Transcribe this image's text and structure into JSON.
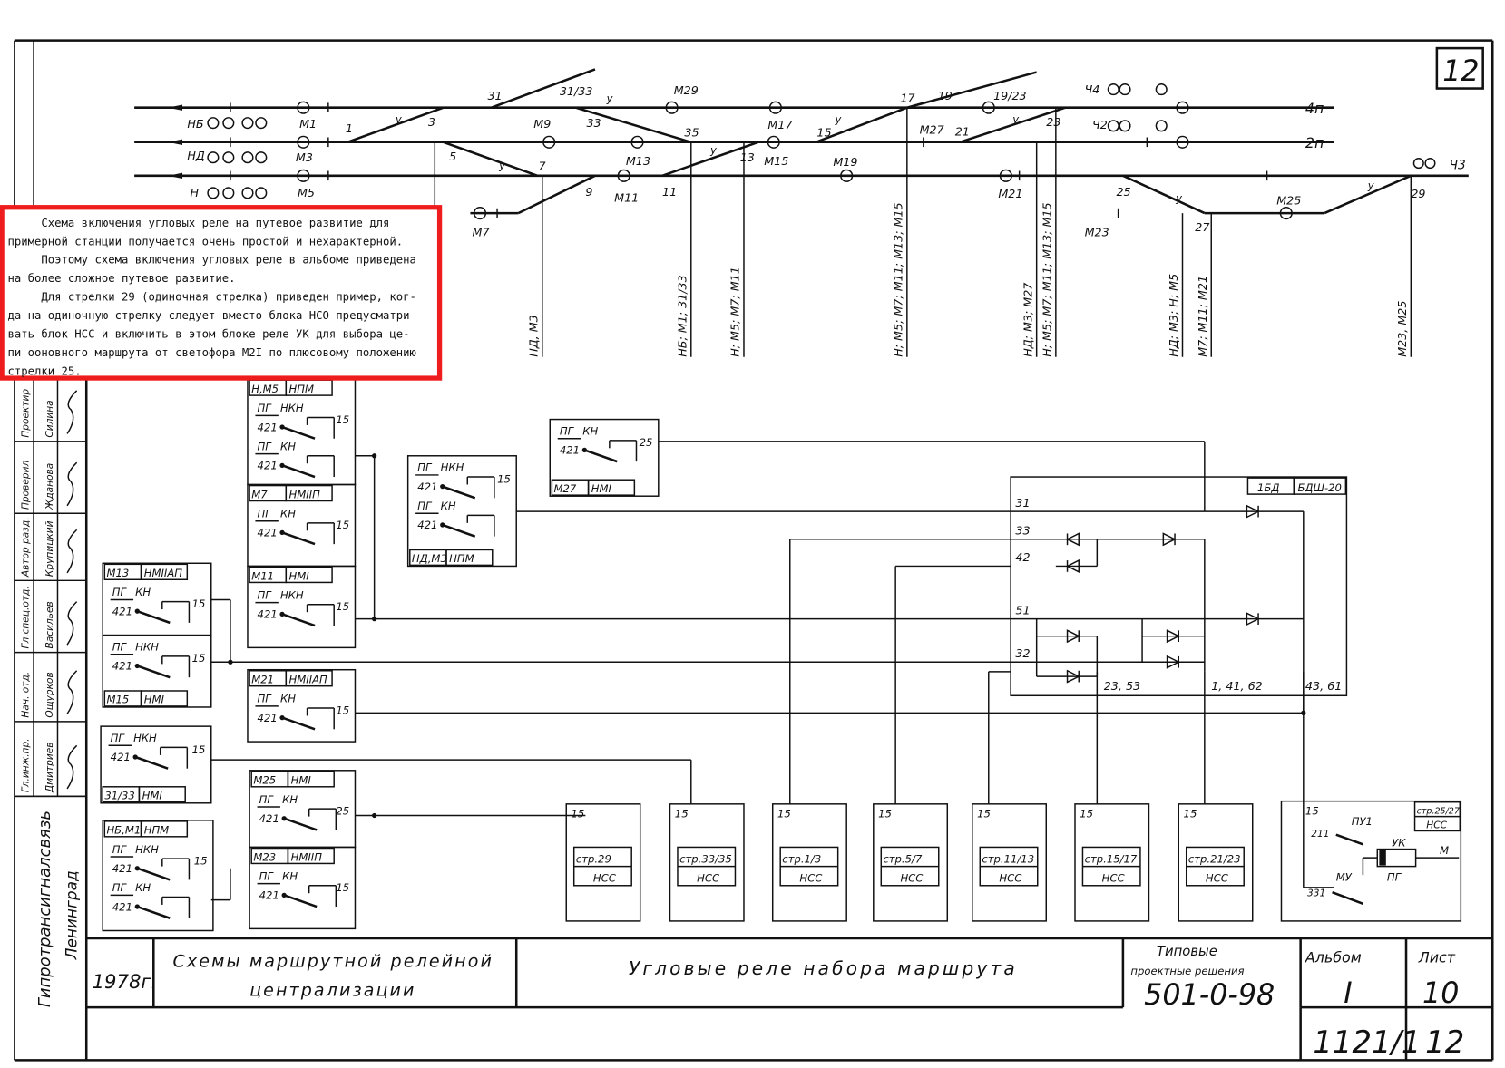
{
  "sheet_number_top": "12",
  "note": {
    "lines": [
      "     Схема включения угловых реле на путевое развитие для",
      "примерной станции получается очень простой и нехарактерной.",
      "     Поэтому схема включения угловых реле в альбоме приведена",
      "на более сложное путевое развитие.",
      "     Для стрелки 29 (одиночная стрелка) приведен пример, ког-",
      "да на одиночную стрелку следует вместо блока НСО предусматри-",
      "вать блок НСС и включить в этом блоке реле УК для выбора це-",
      "пи ооновного маршрута от светофора М2I по плюсовому положению",
      "стрелки 25."
    ],
    "highlight_color": "#ee1c1c"
  },
  "track_plan": {
    "tracks": {
      "t4": "4п",
      "t2": "2п",
      "ch3": "Ч3"
    },
    "track_circuit_mark": "у",
    "signals": {
      "NB": "НБ",
      "ND": "НД",
      "N": "Н",
      "M1": "М1",
      "M3": "М3",
      "M5": "М5",
      "M7": "М7",
      "M9": "М9",
      "M11": "М11",
      "M13": "М13",
      "M15": "М15",
      "M17": "М17",
      "M19": "М19",
      "M21": "М21",
      "M23": "М23",
      "M25": "М25",
      "M27": "М27",
      "M29": "М29",
      "CH4": "Ч4",
      "CH2": "Ч2"
    },
    "switches": {
      "s1": "1",
      "s3": "3",
      "s5": "5",
      "s7": "7",
      "s9": "9",
      "s11": "11",
      "s13": "13",
      "s15": "15",
      "s17": "17",
      "s19": "19",
      "s21": "21",
      "s23": "23",
      "s25": "25",
      "s27": "27",
      "s29": "29",
      "s31": "31",
      "s33": "33",
      "s35": "35",
      "s3133": "31/33",
      "s1923": "19/23"
    },
    "wire_labels": [
      "НД, М3",
      "НБ; М1; 31/33",
      "Н; М5; М7; М11",
      "Н; М5; М7; М11; М13; М15",
      "НД; М3; М27",
      "Н; М5; М7; М11; М13; М15",
      "НД; М3; Н; М5",
      "М7; М11; М21",
      "М23, М25"
    ]
  },
  "relay_sections": [
    {
      "tag": [
        "Н,М5",
        "НПМ"
      ],
      "contacts": [
        {
          "from": "ПГ",
          "relay": "НКН",
          "terminal": "421"
        },
        {
          "from": "ПГ",
          "relay": "КН",
          "terminal": "421"
        }
      ],
      "out": "15"
    },
    {
      "tag": [
        "М7",
        "НМIIП"
      ],
      "contacts": [
        {
          "from": "ПГ",
          "relay": "КН",
          "terminal": "421"
        }
      ],
      "out": "15"
    },
    {
      "tag": [
        "М11",
        "НМI"
      ],
      "contacts": [
        {
          "from": "ПГ",
          "relay": "НКН",
          "terminal": "421"
        }
      ],
      "out": "15"
    },
    {
      "tag": [
        "НД,М3",
        "НПМ"
      ],
      "contacts": [
        {
          "from": "ПГ",
          "relay": "НКН",
          "terminal": "421"
        },
        {
          "from": "ПГ",
          "relay": "КН",
          "terminal": "421"
        }
      ],
      "out": "15"
    },
    {
      "tag": [
        "М27",
        "НМI"
      ],
      "contacts": [
        {
          "from": "ПГ",
          "relay": "КН",
          "terminal": "421"
        }
      ],
      "out": "25"
    },
    {
      "tag": [
        "М13",
        "НМIIАП"
      ],
      "contacts": [
        {
          "from": "ПГ",
          "relay": "КН",
          "terminal": "421"
        }
      ],
      "out": "15"
    },
    {
      "tag": [
        "М15",
        "НМI"
      ],
      "contacts": [
        {
          "from": "ПГ",
          "relay": "НКН",
          "terminal": "421"
        }
      ],
      "out": "15"
    },
    {
      "tag": [
        "М21",
        "НМIIАП"
      ],
      "contacts": [
        {
          "from": "ПГ",
          "relay": "КН",
          "terminal": "421"
        }
      ],
      "out": "15"
    },
    {
      "tag": [
        "31/33",
        "НМI"
      ],
      "contacts": [
        {
          "from": "ПГ",
          "relay": "НКН",
          "terminal": "421"
        }
      ],
      "out": "15"
    },
    {
      "tag": [
        "НБ,М1",
        "НПМ"
      ],
      "contacts": [
        {
          "from": "ПГ",
          "relay": "НКН",
          "terminal": "421"
        },
        {
          "from": "ПГ",
          "relay": "КН",
          "terminal": "421"
        }
      ],
      "out": "15"
    },
    {
      "tag": [
        "М25",
        "НМI"
      ],
      "contacts": [
        {
          "from": "ПГ",
          "relay": "КН",
          "terminal": "421"
        }
      ],
      "out": "25"
    },
    {
      "tag": [
        "М23",
        "НМIIП"
      ],
      "contacts": [
        {
          "from": "ПГ",
          "relay": "КН",
          "terminal": "421"
        }
      ],
      "out": "15"
    }
  ],
  "diode_block": {
    "name": "1БД",
    "type": "БДШ-20",
    "inputs": [
      "31",
      "33",
      "42",
      "51",
      "32"
    ],
    "outputs": [
      "23, 53",
      "1, 41, 62",
      "43, 61"
    ]
  },
  "nss_blocks": [
    {
      "terminal": "15",
      "name": "стр.29",
      "type": "НСС"
    },
    {
      "terminal": "15",
      "name": "стр.33/35",
      "type": "НСС"
    },
    {
      "terminal": "15",
      "name": "стр.1/3",
      "type": "НСС"
    },
    {
      "terminal": "15",
      "name": "стр.5/7",
      "type": "НСС"
    },
    {
      "terminal": "15",
      "name": "стр.11/13",
      "type": "НСС"
    },
    {
      "terminal": "15",
      "name": "стр.15/17",
      "type": "НСС"
    },
    {
      "terminal": "15",
      "name": "стр.21/23",
      "type": "НСС"
    }
  ],
  "uk_block": {
    "terminal": "15",
    "tag": [
      "стр.25/27",
      "НСС"
    ],
    "pu_relay": "ПУ1",
    "pu_terminal": "211",
    "uk_relay": "УК",
    "uk_out": "М",
    "mu_relay": "МУ",
    "mu_terminal": "331",
    "pg_label": "ПГ"
  },
  "stamp": {
    "rows": [
      {
        "role": "Проектир",
        "name": "Силина"
      },
      {
        "role": "Проверил",
        "name": "Жданова"
      },
      {
        "role": "Автор разд.",
        "name": "Крупицкий"
      },
      {
        "role": "Гл.спец.отд.",
        "name": "Васильев"
      },
      {
        "role": "Нач. отд.",
        "name": "Ощурков"
      },
      {
        "role": "Гл.инж.пр.",
        "name": "Дмитриев"
      }
    ],
    "organization": "Гипротрансигналсвязь",
    "city": "Ленинград"
  },
  "title_block": {
    "year": "1978г.",
    "series_line1": "Схемы маршрутной релейной",
    "series_line2": "централизации",
    "sheet_title": "Угловые реле набора маршрута",
    "standard_label_1": "Типовые",
    "standard_label_2": "проектные решения",
    "standard_code": "501-0-98",
    "album_label": "Альбом",
    "album_value": "I",
    "sheet_label": "Лист",
    "sheet_value": "10",
    "archive_number": "1121/1",
    "page_number": "12"
  }
}
